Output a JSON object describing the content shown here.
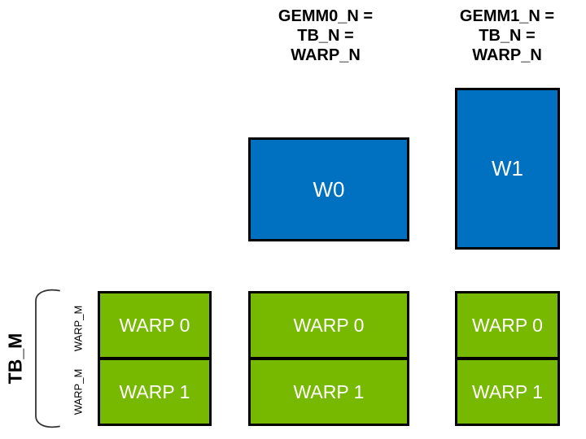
{
  "diagram": {
    "description": "GEMM warp tiling diagram",
    "title_labels": [
      {
        "text": "GEMM0_N =\nTB_N =\nWARP_N"
      },
      {
        "text": "GEMM1_N =\nTB_N =\nWARP_N"
      }
    ],
    "warp_boxes": [
      {
        "label": "W0"
      },
      {
        "label": "W1"
      }
    ],
    "warp_grid": {
      "columns": [
        {
          "cells": [
            {
              "label": "WARP 0"
            },
            {
              "label": "WARP 1"
            }
          ]
        },
        {
          "cells": [
            {
              "label": "WARP 0"
            },
            {
              "label": "WARP 1"
            }
          ]
        },
        {
          "cells": [
            {
              "label": "WARP 0"
            },
            {
              "label": "WARP 1"
            }
          ]
        }
      ]
    },
    "left_axis": {
      "tb_label": "TB_M",
      "warp_m_labels": [
        "WARP_M",
        "WARP_M"
      ]
    }
  },
  "colors": {
    "blue": "#0070C0",
    "green": "#76B900",
    "border": "#000000",
    "bracket": "#333333",
    "text_light": "#FFFFFF",
    "text_dark": "#000000",
    "background": "#FFFFFF"
  }
}
